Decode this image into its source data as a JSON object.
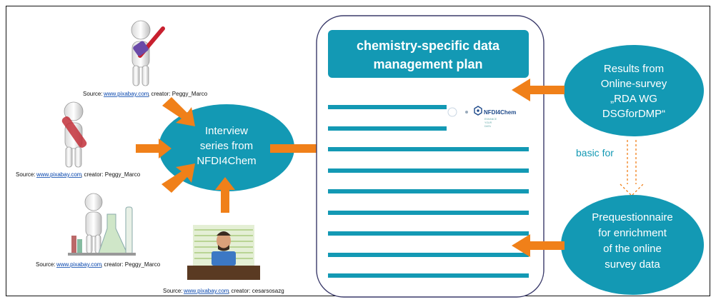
{
  "doc": {
    "title_line1": "chemistry-specific data",
    "title_line2": "management plan",
    "logo_text": "NFDI4Chem",
    "logo_tagline_1": "ENHANCE",
    "logo_tagline_2": "YOUR",
    "logo_tagline_3": "DATA"
  },
  "interview": {
    "line1": "Interview",
    "line2": "series from",
    "line3": "NFDI4Chem"
  },
  "results": {
    "line1": "Results from",
    "line2": "Online-survey",
    "line3": "„RDA WG",
    "line4": "DSGforDMP“"
  },
  "basic_for": "basic for",
  "prequest": {
    "line1": "Prequestionnaire",
    "line2": "for enrichment",
    "line3": "of the online",
    "line4": "survey data"
  },
  "sources": [
    {
      "prefix": "Source: ",
      "link": "www.pixabay.com",
      "suffix": ", creator: Peggy_Marco"
    },
    {
      "prefix": "Source: ",
      "link": "www.pixabay.com",
      "suffix": ", creator: Peggy_Marco"
    },
    {
      "prefix": "Source: ",
      "link": "www.pixabay.com",
      "suffix": ", creator: Peggy_Marco"
    },
    {
      "prefix": "Source: ",
      "link": "www.pixabay.com",
      "suffix": ", creator: cesarsosazg"
    }
  ],
  "colors": {
    "teal": "#1399b4",
    "orange": "#f08019",
    "text_blue": "#1399b4"
  }
}
